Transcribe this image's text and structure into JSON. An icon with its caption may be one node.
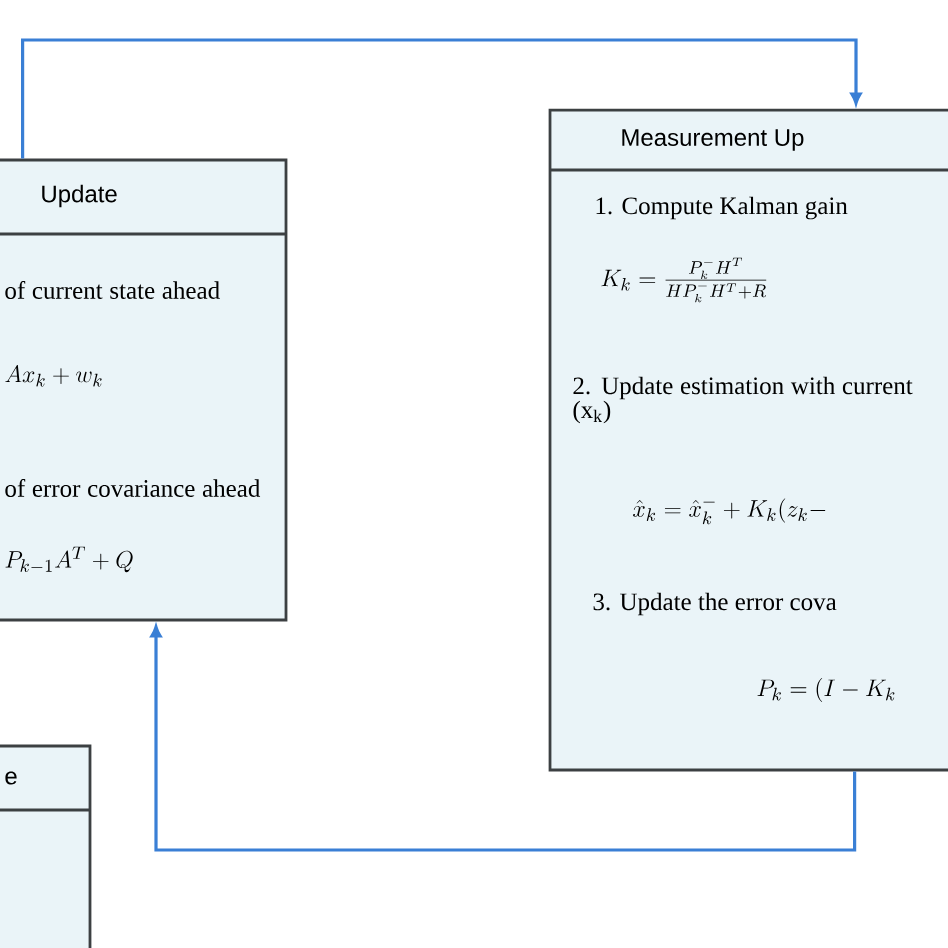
{
  "diagram": {
    "nodes": [
      {
        "text": [
          "Update",
          "of current state ahead",
          "Ax_{k} + w_{k}",
          "of error covariance ahead",
          "P_{k-1}A^{T} + Q"
        ]
      },
      {
        "text": [
          "Measurement Up",
          "1. Compute Kalman gain",
          "K_{k} = \\frac{P_{k}^{-}H^{T}}{HP_{k}^{-}H^{T} + R}",
          "2. Update estimation with current (x$_{k}$)",
          "\\hat{x}_{k} = \\hat{x}_{k}^{-} + K_{k}(z_{k} -",
          "3. Update the error cova",
          "P_{k} = (I - K_{k}"
        ]
      },
      {
        "text": [
          "e"
        ]
      }
    ],
    "edges": [
      {
        "from": 0,
        "to": 1,
        "arrow": "to"
      },
      {
        "from": 1,
        "to": 0,
        "arrow": "to"
      }
    ]
  }
}
